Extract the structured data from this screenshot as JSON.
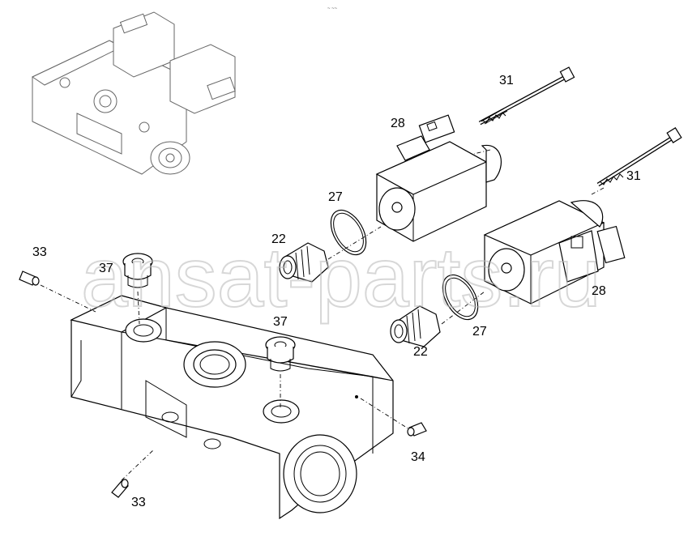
{
  "diagram": {
    "corner_stamp": "~ ~~",
    "watermark": "ansat-parts.ru",
    "callouts": {
      "c31a": "31",
      "c31b": "31",
      "c28a": "28",
      "c28b": "28",
      "c27a": "27",
      "c27b": "27",
      "c22a": "22",
      "c22b": "22",
      "c33a": "33",
      "c33b": "33",
      "c37a": "37",
      "c37b": "37",
      "c34": "34"
    }
  }
}
